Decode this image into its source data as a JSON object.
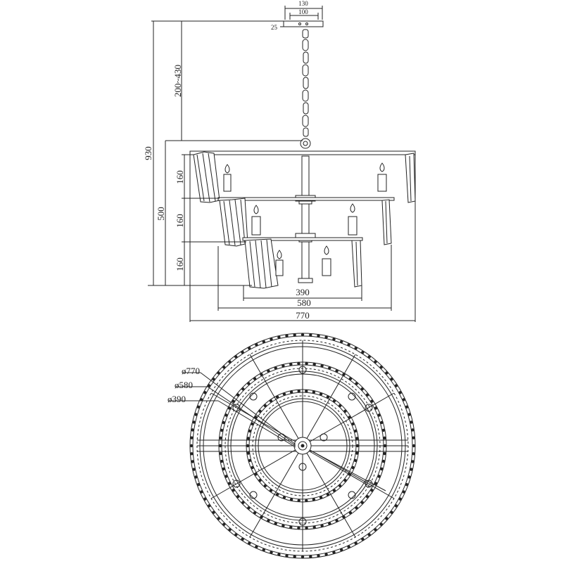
{
  "elevation": {
    "canopy_outer": "130",
    "canopy_inner": "100",
    "canopy_height": "25",
    "chain_drop": "200~430",
    "overall_height": "930",
    "body_height": "500",
    "tier1_height": "160",
    "tier2_height": "160",
    "tier3_height": "160",
    "width_inner": "390",
    "width_middle": "580",
    "width_outer": "770"
  },
  "plan": {
    "dia_outer": "ø770",
    "dia_middle": "ø580",
    "dia_inner": "ø390"
  },
  "colors": {
    "line": "#222222",
    "background": "#ffffff"
  }
}
